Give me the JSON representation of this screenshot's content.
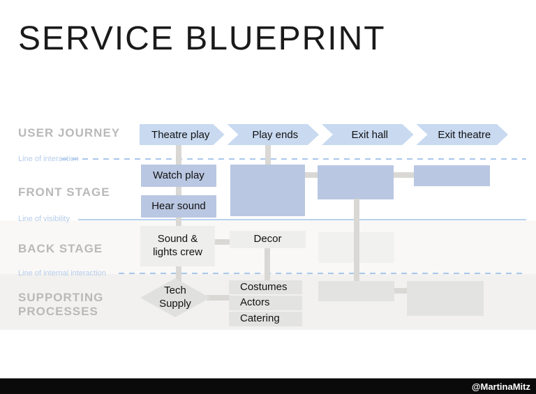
{
  "title": "SERVICE BLUEPRINT",
  "footer": {
    "handle": "@MartinaMitz"
  },
  "row_labels": {
    "user_journey": "USER JOURNEY",
    "front_stage": "FRONT STAGE",
    "back_stage": "BACK STAGE",
    "supporting": "SUPPORTING PROCESSES"
  },
  "line_labels": {
    "interaction": "Line of interaction",
    "visibility": "Line of visibility",
    "internal": "Line of internal interaction"
  },
  "journey_steps": [
    "Theatre play",
    "Play ends",
    "Exit hall",
    "Exit theatre"
  ],
  "boxes": {
    "watch_play": "Watch play",
    "hear_sound": "Hear sound",
    "sound_lights": "Sound & lights crew",
    "decor": "Decor",
    "tech_supply": "Tech Supply",
    "costumes": "Costumes",
    "actors": "Actors",
    "catering": "Catering"
  },
  "colors": {
    "arrow_blue": "#c8d9f0",
    "front_stage_box": "#b9c7e2",
    "back_stage_box": "#eeeeec",
    "supporting_box": "#e3e3e1",
    "connector_gray": "#d9d8d5",
    "line_blue": "#a9c7ea",
    "label_gray": "#b9b9b9",
    "back_stage_band": "#f9f8f6",
    "supporting_band": "#f2f1ef",
    "footer_bar": "#0a0a0a"
  }
}
